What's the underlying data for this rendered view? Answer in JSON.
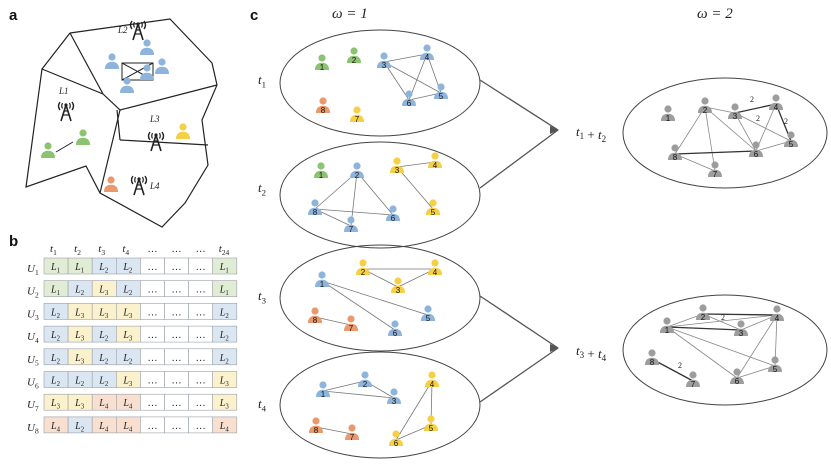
{
  "panels": {
    "a": "a",
    "b": "b",
    "c": "c"
  },
  "colors": {
    "green": "#8cc371",
    "blue": "#8fb4dc",
    "yellow": "#f5cf45",
    "orange": "#e9996d",
    "gray": "#9d9d9d",
    "cell_green": "#e1ecd4",
    "cell_blue": "#dae6f2",
    "cell_yellow": "#fcf1cd",
    "cell_orange": "#f9dfd0"
  },
  "map": {
    "regions": [
      {
        "id": "L1",
        "label": "L1",
        "people": [
          {
            "color": "green"
          },
          {
            "color": "green"
          }
        ],
        "tower": true
      },
      {
        "id": "L2",
        "label": "L2",
        "people": [
          {
            "color": "blue"
          },
          {
            "color": "blue"
          },
          {
            "color": "blue"
          },
          {
            "color": "blue"
          },
          {
            "color": "blue"
          }
        ],
        "tower": true
      },
      {
        "id": "L3",
        "label": "L3",
        "people": [
          {
            "color": "yellow"
          }
        ],
        "tower": true
      },
      {
        "id": "L4",
        "label": "L4",
        "people": [
          {
            "color": "orange"
          }
        ],
        "tower": true
      }
    ]
  },
  "table": {
    "columns": [
      "t1",
      "t2",
      "t3",
      "t4",
      "…",
      "…",
      "…",
      "t24"
    ],
    "rows": [
      {
        "user": "U1",
        "cells": [
          "L1",
          "L1",
          "L2",
          "L2",
          "…",
          "…",
          "…",
          "L1"
        ]
      },
      {
        "user": "U2",
        "cells": [
          "L1",
          "L2",
          "L3",
          "L2",
          "…",
          "…",
          "…",
          "L1"
        ]
      },
      {
        "user": "U3",
        "cells": [
          "L2",
          "L3",
          "L3",
          "L3",
          "…",
          "…",
          "…",
          "L2"
        ]
      },
      {
        "user": "U4",
        "cells": [
          "L2",
          "L3",
          "L2",
          "L3",
          "…",
          "…",
          "…",
          "L2"
        ]
      },
      {
        "user": "U5",
        "cells": [
          "L2",
          "L3",
          "L2",
          "L2",
          "…",
          "…",
          "…",
          "L2"
        ]
      },
      {
        "user": "U6",
        "cells": [
          "L2",
          "L2",
          "L2",
          "L3",
          "…",
          "…",
          "…",
          "L3"
        ]
      },
      {
        "user": "U7",
        "cells": [
          "L3",
          "L3",
          "L4",
          "L4",
          "…",
          "…",
          "…",
          "L3"
        ]
      },
      {
        "user": "U8",
        "cells": [
          "L4",
          "L2",
          "L4",
          "L4",
          "…",
          "…",
          "…",
          "L4"
        ]
      }
    ]
  },
  "graphs": {
    "omega_headers": [
      "ω = 1",
      "ω = 2"
    ],
    "snapshots": [
      {
        "time": "t1",
        "nodes": [
          {
            "n": "1",
            "c": "green"
          },
          {
            "n": "2",
            "c": "green"
          },
          {
            "n": "3",
            "c": "blue"
          },
          {
            "n": "4",
            "c": "blue"
          },
          {
            "n": "5",
            "c": "blue"
          },
          {
            "n": "6",
            "c": "blue"
          },
          {
            "n": "7",
            "c": "yellow"
          },
          {
            "n": "8",
            "c": "orange"
          }
        ]
      },
      {
        "time": "t2",
        "nodes": [
          {
            "n": "1",
            "c": "green"
          },
          {
            "n": "2",
            "c": "blue"
          },
          {
            "n": "3",
            "c": "yellow"
          },
          {
            "n": "4",
            "c": "yellow"
          },
          {
            "n": "5",
            "c": "yellow"
          },
          {
            "n": "6",
            "c": "blue"
          },
          {
            "n": "7",
            "c": "blue"
          },
          {
            "n": "8",
            "c": "blue"
          }
        ]
      },
      {
        "time": "t3",
        "nodes": [
          {
            "n": "1",
            "c": "blue"
          },
          {
            "n": "2",
            "c": "yellow"
          },
          {
            "n": "3",
            "c": "yellow"
          },
          {
            "n": "4",
            "c": "yellow"
          },
          {
            "n": "5",
            "c": "blue"
          },
          {
            "n": "6",
            "c": "blue"
          },
          {
            "n": "7",
            "c": "orange"
          },
          {
            "n": "8",
            "c": "orange"
          }
        ]
      },
      {
        "time": "t4",
        "nodes": [
          {
            "n": "1",
            "c": "blue"
          },
          {
            "n": "2",
            "c": "blue"
          },
          {
            "n": "3",
            "c": "blue"
          },
          {
            "n": "4",
            "c": "yellow"
          },
          {
            "n": "5",
            "c": "yellow"
          },
          {
            "n": "6",
            "c": "yellow"
          },
          {
            "n": "7",
            "c": "orange"
          },
          {
            "n": "8",
            "c": "orange"
          }
        ]
      }
    ],
    "aggregates": [
      {
        "label": "t1 + t2",
        "edge_weight": "2"
      },
      {
        "label": "t3 + t4",
        "edge_weight": "2"
      }
    ]
  }
}
